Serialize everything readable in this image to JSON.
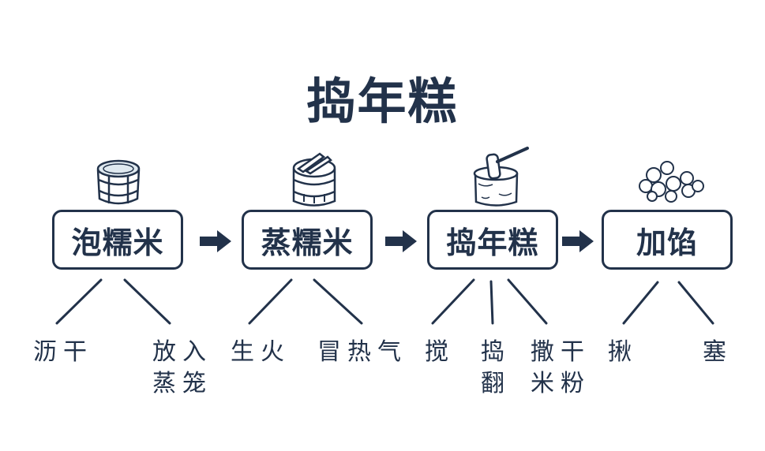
{
  "title": "捣年糕",
  "steps": [
    {
      "label": "泡糯米",
      "icon": "water-bucket-icon",
      "subs": [
        "沥干",
        "放入",
        "蒸笼"
      ]
    },
    {
      "label": "蒸糯米",
      "icon": "steamer-icon",
      "subs": [
        "生火",
        "冒热气"
      ]
    },
    {
      "label": "捣年糕",
      "icon": "mortar-pestle-icon",
      "subs": [
        "搅",
        "捣",
        "翻",
        "撒干",
        "米粉"
      ]
    },
    {
      "label": "加馅",
      "icon": "filling-icon",
      "subs": [
        "揪",
        "塞"
      ]
    }
  ],
  "colors": {
    "ink": "#22324a",
    "water": "#dfe9f0",
    "background": "#ffffff"
  }
}
